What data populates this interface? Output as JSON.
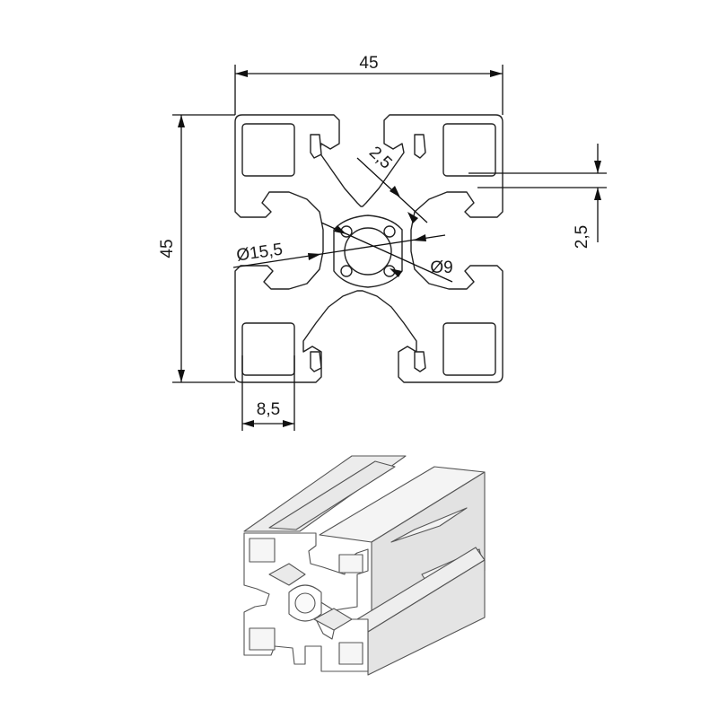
{
  "drawing": {
    "dimensions": {
      "width": "45",
      "height": "45",
      "slot_wall": "2,5",
      "side_wall": "2,5",
      "outer_bore": "Ø15,5",
      "inner_bore": "Ø9",
      "slot_width": "8,5"
    }
  }
}
